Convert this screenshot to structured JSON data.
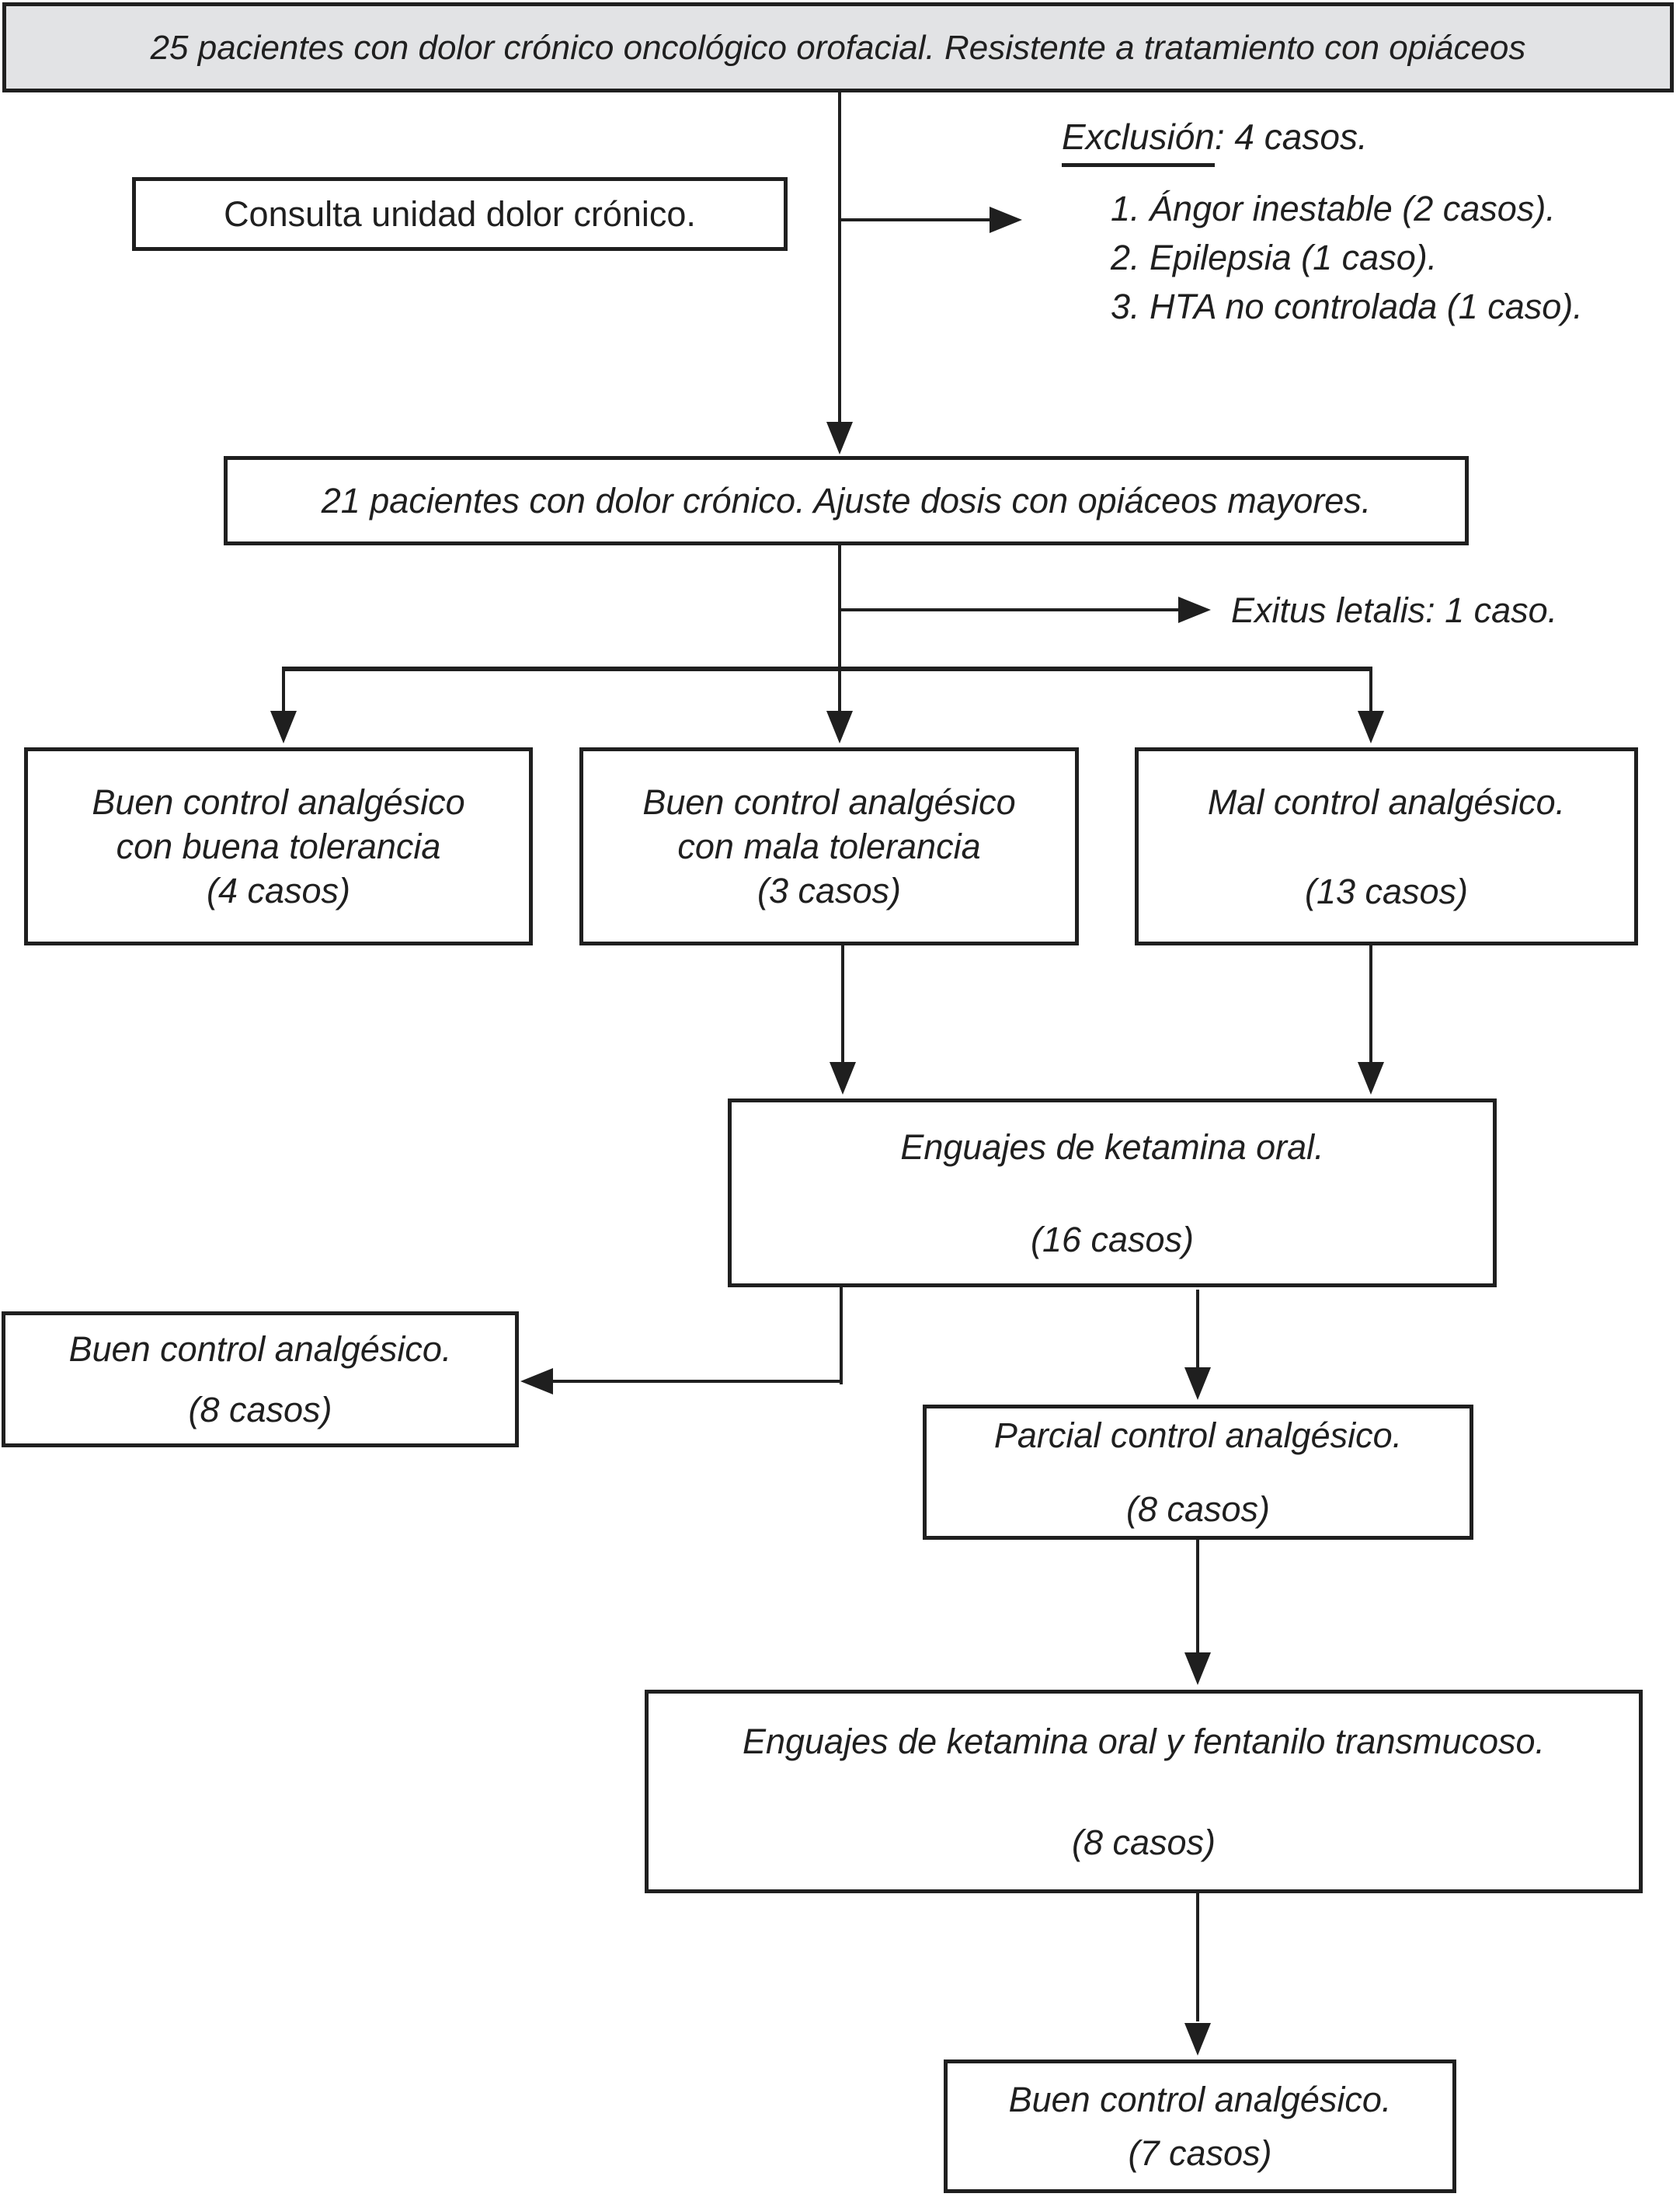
{
  "banner": {
    "text": "25 pacientes con dolor crónico oncológico orofacial. Resistente a tratamiento con opiáceos"
  },
  "consulta": {
    "text": "Consulta unidad dolor crónico."
  },
  "exclusion": {
    "heading_underlined": "Exclusión",
    "heading_rest": ": 4 casos.",
    "items": [
      "1. Ángor inestable (2 casos).",
      "2. Epilepsia (1 caso).",
      "3. HTA no controlada (1 caso)."
    ]
  },
  "box21": {
    "text": "21 pacientes con dolor crónico. Ajuste dosis con opiáceos mayores."
  },
  "exitus": {
    "text": "Exitus letalis: 1 caso."
  },
  "buena_tolerancia": {
    "lines": [
      "Buen control analgésico",
      "con buena tolerancia",
      "(4 casos)"
    ]
  },
  "mala_tolerancia": {
    "lines": [
      "Buen control analgésico",
      "con mala tolerancia",
      "(3 casos)"
    ]
  },
  "mal_control": {
    "line1": "Mal control analgésico.",
    "line2": "(13 casos)"
  },
  "ketamina": {
    "line1": "Enguajes de ketamina oral.",
    "line2": "(16 casos)"
  },
  "buen_control_8": {
    "line1": "Buen control analgésico.",
    "line2": "(8 casos)"
  },
  "parcial": {
    "line1": "Parcial control analgésico.",
    "line2": "(8 casos)"
  },
  "fentanilo": {
    "line1": "Enguajes de ketamina oral y fentanilo transmucoso.",
    "line2": "(8 casos)"
  },
  "buen_control_7": {
    "line1": "Buen control analgésico.",
    "line2": "(7 casos)"
  },
  "colors": {
    "ink": "#1f1f1f",
    "banner_fill": "#e2e3e5",
    "background": "#ffffff"
  }
}
